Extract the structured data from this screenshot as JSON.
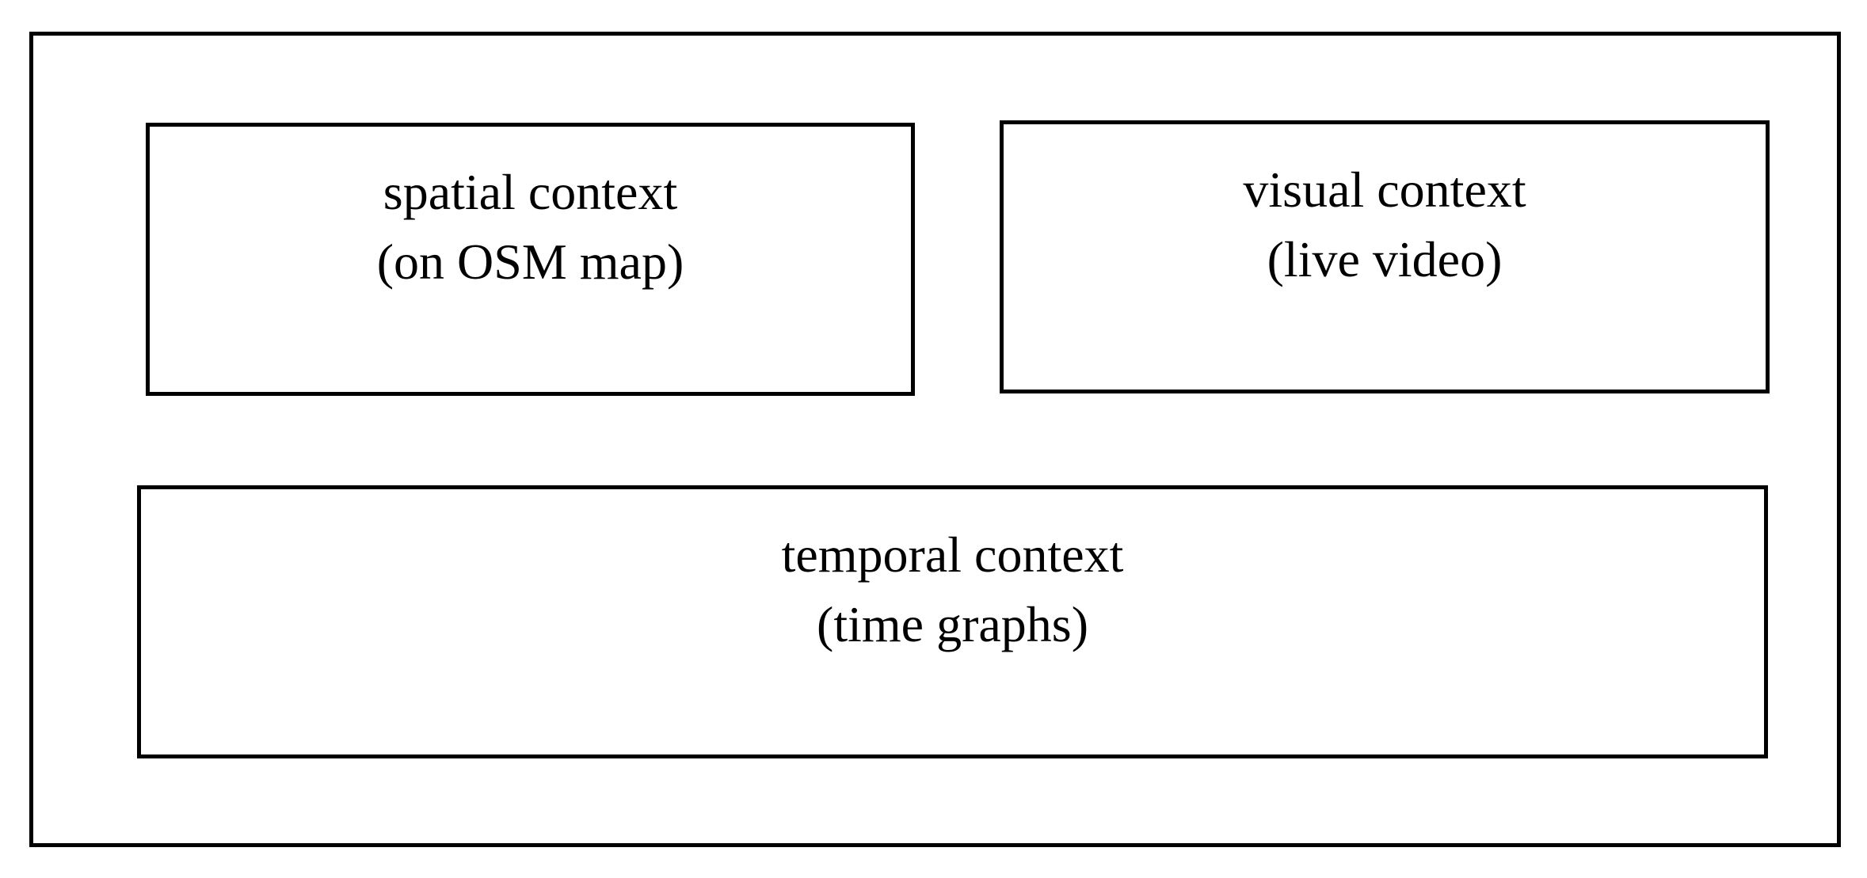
{
  "diagram": {
    "panels": {
      "spatial": {
        "title": "spatial context",
        "subtitle": "(on OSM map)"
      },
      "visual": {
        "title": "visual context",
        "subtitle": "(live video)"
      },
      "temporal": {
        "title": "temporal context",
        "subtitle": "(time graphs)"
      }
    }
  },
  "colors": {
    "border": "#000000",
    "background": "#ffffff",
    "text": "#000000"
  }
}
